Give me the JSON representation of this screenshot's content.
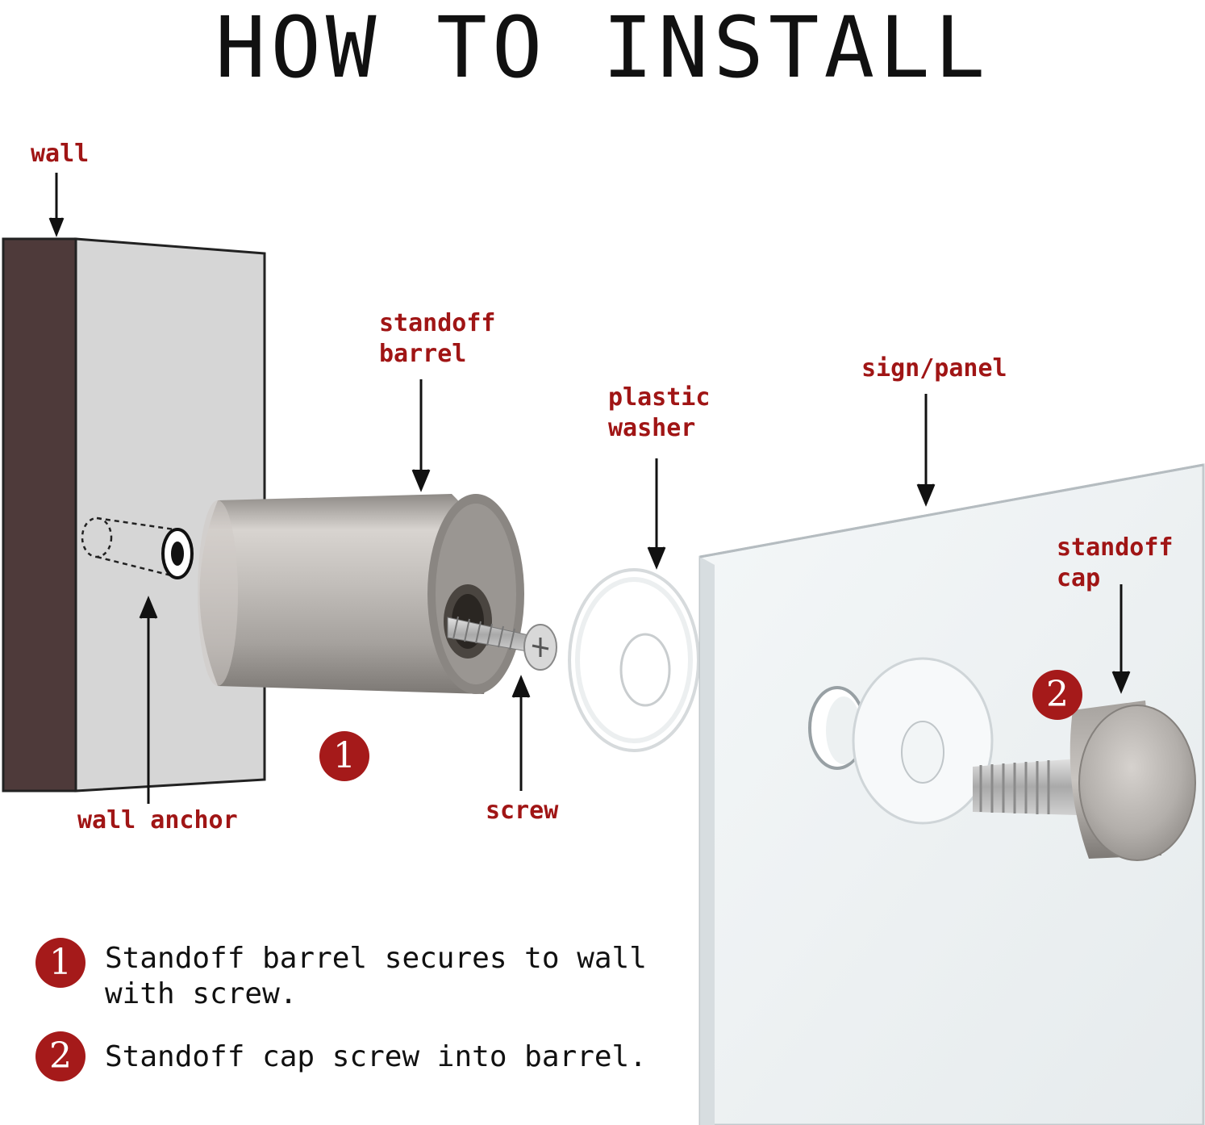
{
  "title": "HOW TO INSTALL",
  "labels": {
    "wall": "wall",
    "wall_anchor": "wall anchor",
    "standoff_barrel": "standoff\nbarrel",
    "screw": "screw",
    "plastic_washer": "plastic\nwasher",
    "sign_panel": "sign/panel",
    "standoff_cap": "standoff\ncap"
  },
  "steps": [
    {
      "number": "1",
      "text": "Standoff barrel secures to wall\nwith screw."
    },
    {
      "number": "2",
      "text": "Standoff cap screw into barrel."
    }
  ],
  "colors": {
    "label": "#a01515",
    "badge": "#a51a1a",
    "wall_side": "#4e3a3a",
    "wall_face": "#d6d6d6",
    "steel": "#b8b4b0",
    "panel": "#eef2f3"
  },
  "icons": [
    "down-arrow-icon",
    "up-arrow-icon",
    "step-number-badge"
  ]
}
